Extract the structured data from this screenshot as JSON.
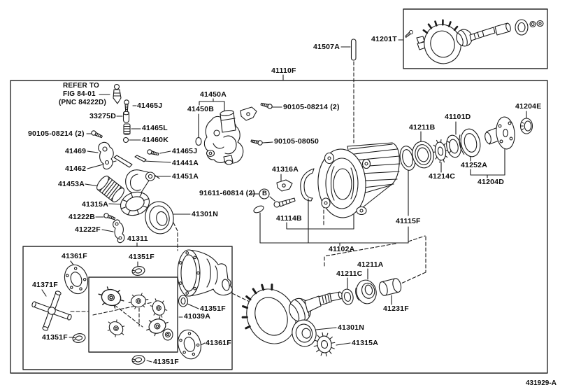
{
  "doc": {
    "fig_code": "431929-A",
    "ref_note": [
      "REFER TO",
      "FIG 84-01",
      "(PNC 84222D)"
    ],
    "b_symbol": "B",
    "line_color": "#1a1a1a"
  },
  "labels": [
    {
      "id": "41507A",
      "text": "41507A"
    },
    {
      "id": "41201T",
      "text": "41201T"
    },
    {
      "id": "41110F",
      "text": "41110F"
    },
    {
      "id": "41465J-1",
      "text": "41465J"
    },
    {
      "id": "33275D",
      "text": "33275D"
    },
    {
      "id": "41465L",
      "text": "41465L"
    },
    {
      "id": "41460K",
      "text": "41460K"
    },
    {
      "id": "90105-08214-left",
      "text": "90105-08214 (2)"
    },
    {
      "id": "41469",
      "text": "41469"
    },
    {
      "id": "41462",
      "text": "41462"
    },
    {
      "id": "41465J-2",
      "text": "41465J"
    },
    {
      "id": "41441A",
      "text": "41441A"
    },
    {
      "id": "41451A",
      "text": "41451A"
    },
    {
      "id": "41453A",
      "text": "41453A"
    },
    {
      "id": "41315A-left",
      "text": "41315A"
    },
    {
      "id": "41222B",
      "text": "41222B"
    },
    {
      "id": "41222F",
      "text": "41222F"
    },
    {
      "id": "41311",
      "text": "41311"
    },
    {
      "id": "41301N-center",
      "text": "41301N"
    },
    {
      "id": "41450A",
      "text": "41450A"
    },
    {
      "id": "41450B",
      "text": "41450B"
    },
    {
      "id": "90105-08214-center",
      "text": "90105-08214 (2)"
    },
    {
      "id": "90105-08050",
      "text": "90105-08050"
    },
    {
      "id": "41316A",
      "text": "41316A"
    },
    {
      "id": "91611-60814",
      "text": "91611-60814 (2)"
    },
    {
      "id": "41114B",
      "text": "41114B"
    },
    {
      "id": "41102A",
      "text": "41102A"
    },
    {
      "id": "41115F",
      "text": "41115F"
    },
    {
      "id": "41211B",
      "text": "41211B"
    },
    {
      "id": "41101D",
      "text": "41101D"
    },
    {
      "id": "41204E",
      "text": "41204E"
    },
    {
      "id": "41252A",
      "text": "41252A"
    },
    {
      "id": "41214C",
      "text": "41214C"
    },
    {
      "id": "41204D",
      "text": "41204D"
    },
    {
      "id": "41361F-tl",
      "text": "41361F"
    },
    {
      "id": "41351F-tc",
      "text": "41351F"
    },
    {
      "id": "41371F",
      "text": "41371F"
    },
    {
      "id": "41351F-left",
      "text": "41351F"
    },
    {
      "id": "41351F-mid",
      "text": "41351F"
    },
    {
      "id": "41039A",
      "text": "41039A"
    },
    {
      "id": "41361F-br",
      "text": "41361F"
    },
    {
      "id": "41351F-bot",
      "text": "41351F"
    },
    {
      "id": "41211A",
      "text": "41211A"
    },
    {
      "id": "41211C",
      "text": "41211C"
    },
    {
      "id": "41231F",
      "text": "41231F"
    },
    {
      "id": "41301N-bottom",
      "text": "41301N"
    },
    {
      "id": "41315A-bottom",
      "text": "41315A"
    }
  ]
}
